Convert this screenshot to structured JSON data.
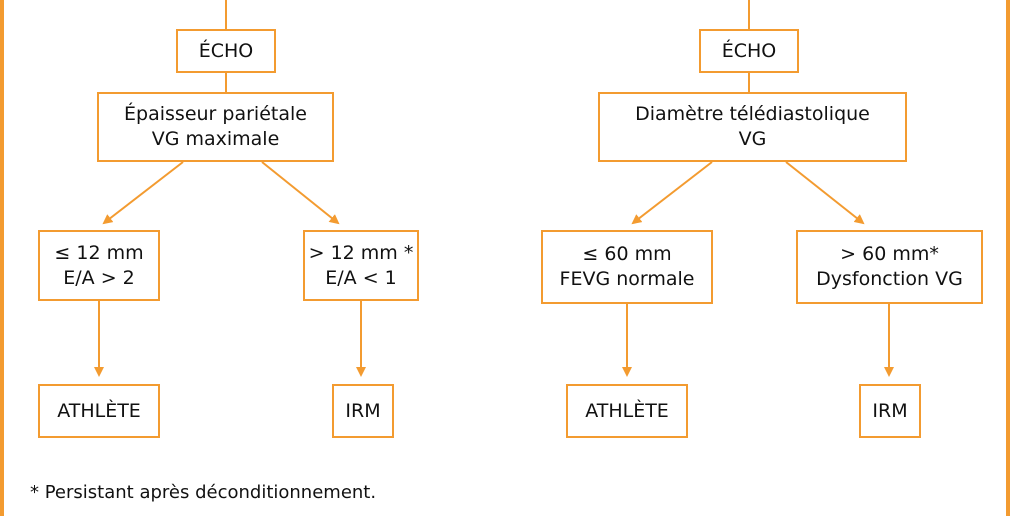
{
  "colors": {
    "accent": "#f39b30",
    "text": "#111111"
  },
  "left_tree": {
    "root": "ÉCHO",
    "question": [
      "Épaisseur pariétale",
      "VG maximale"
    ],
    "branch_low": [
      "≤ 12 mm",
      "E/A > 2"
    ],
    "branch_high": [
      "> 12 mm *",
      "E/A < 1"
    ],
    "outcome_low": "ATHLÈTE",
    "outcome_high": "IRM"
  },
  "right_tree": {
    "root": "ÉCHO",
    "question": [
      "Diamètre télédiastolique",
      "VG"
    ],
    "branch_low": [
      "≤ 60 mm",
      "FEVG normale"
    ],
    "branch_high": [
      "> 60 mm*",
      "Dysfonction VG"
    ],
    "outcome_low": "ATHLÈTE",
    "outcome_high": "IRM"
  },
  "footnote": "* Persistant après déconditionnement."
}
